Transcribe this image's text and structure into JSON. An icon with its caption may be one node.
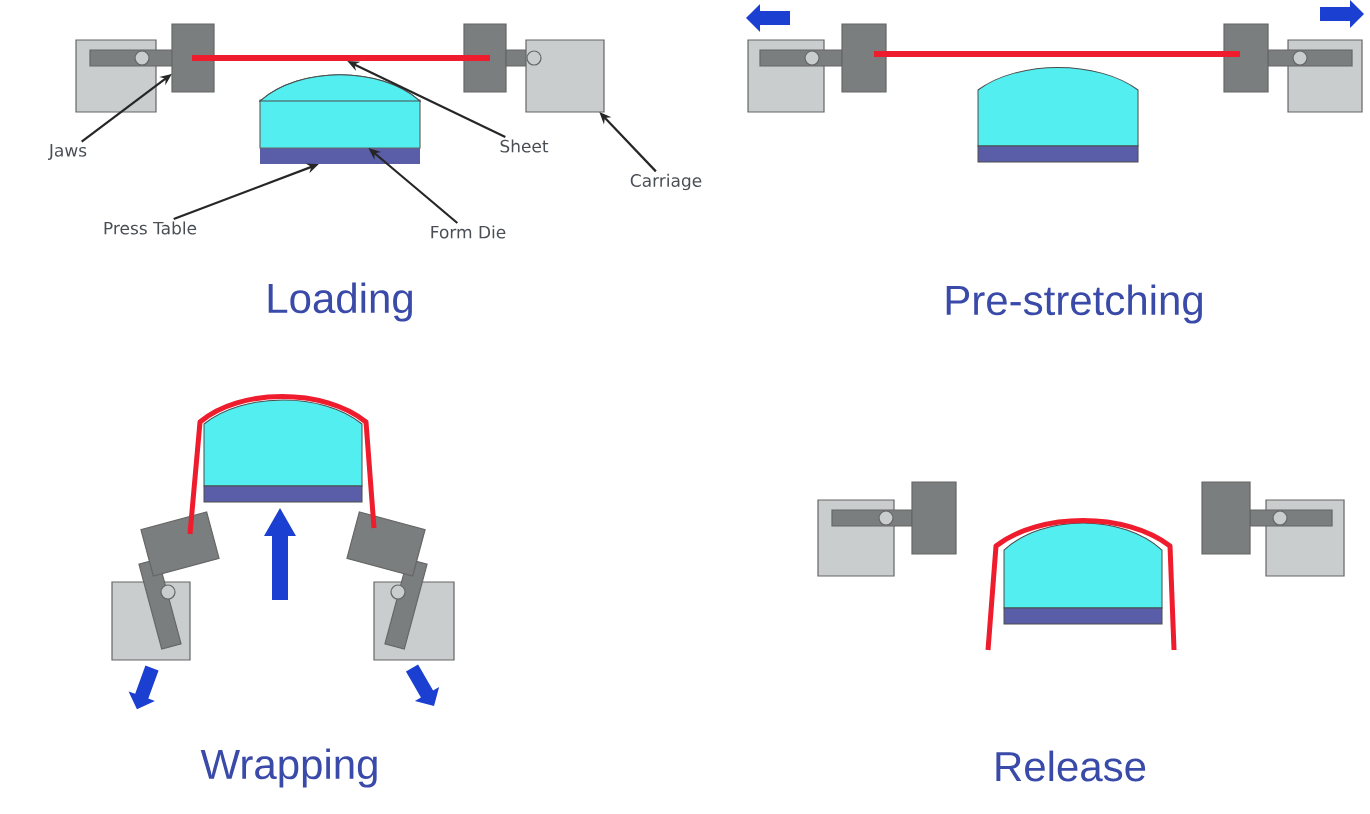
{
  "diagram": {
    "nodes": [
      {
        "text": [
          "Jaws"
        ]
      },
      {
        "text": [
          "Sheet"
        ]
      },
      {
        "text": [
          "Carriage"
        ]
      },
      {
        "text": [
          "Press Table"
        ]
      },
      {
        "text": [
          "Form Die"
        ]
      },
      {
        "text": [],
        "shape": "box"
      },
      {
        "text": [],
        "shape": "bar"
      },
      {
        "text": [],
        "shape": "box"
      },
      {
        "text": [],
        "shape": "bar"
      },
      {
        "text": [],
        "shape": "box"
      }
    ],
    "edges": [
      {
        "from": 0,
        "to": 5,
        "arrow": "to"
      },
      {
        "from": 1,
        "to": 6,
        "arrow": "to"
      },
      {
        "from": 2,
        "to": 7,
        "arrow": "to"
      },
      {
        "from": 3,
        "to": 8,
        "arrow": "to"
      },
      {
        "from": 4,
        "to": 9,
        "arrow": "to"
      }
    ],
    "labels": [
      "Loading",
      "Pre-stretching",
      "Wrapping",
      "Release"
    ]
  }
}
